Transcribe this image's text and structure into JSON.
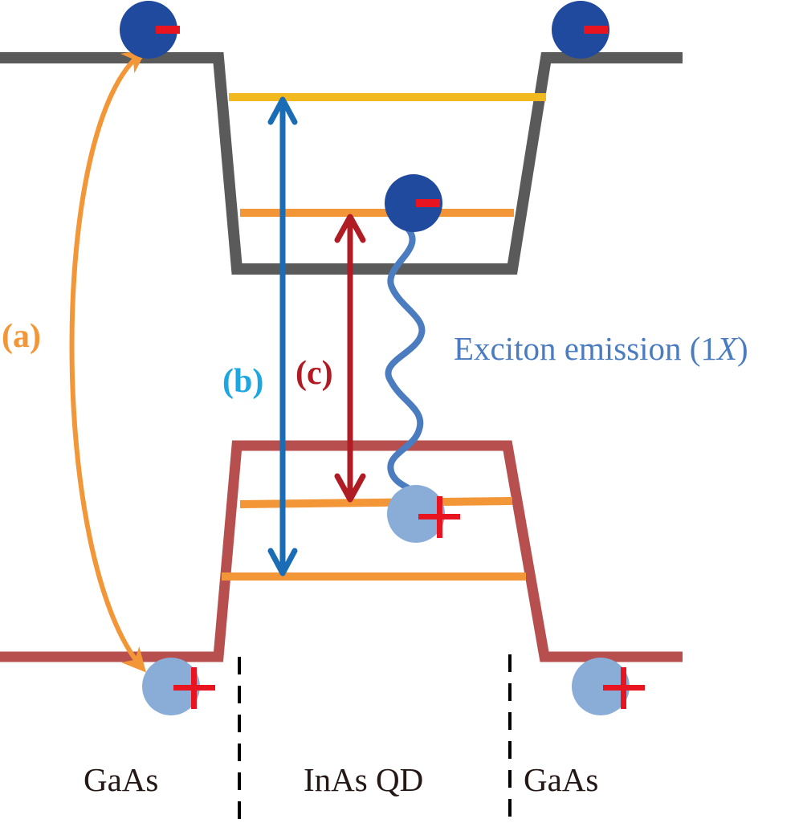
{
  "title": "InAs quantum dot band diagram",
  "colors": {
    "conduction_band": "#595a59",
    "valence_band": "#b84f4f",
    "upper_cb_level": "#f2b81f",
    "qd_level": "#f29637",
    "arrow_a": "#f29637",
    "arrow_b": "#1a6db5",
    "arrow_c": "#b01c23",
    "photon": "#4a7cbf",
    "electron": "#1f4a9e",
    "hole": "#8aadd8",
    "charge_sign": "#e8141f",
    "label_a": "#f29637",
    "label_b": "#1ea6e0",
    "label_c": "#b01c23",
    "emission_text": "#4a7cbf",
    "region_text": "#231815"
  },
  "labels": {
    "transition_a": "(a)",
    "transition_b": "(b)",
    "transition_c": "(c)",
    "emission_prefix": "Exciton emission (1",
    "emission_symbol": "X",
    "emission_suffix": ")",
    "electron_sign": "−",
    "hole_sign": "+"
  },
  "regions": [
    {
      "name": "GaAs"
    },
    {
      "name": "InAs QD"
    },
    {
      "name": "GaAs"
    }
  ],
  "particles": {
    "electrons": 3,
    "holes": 3
  }
}
